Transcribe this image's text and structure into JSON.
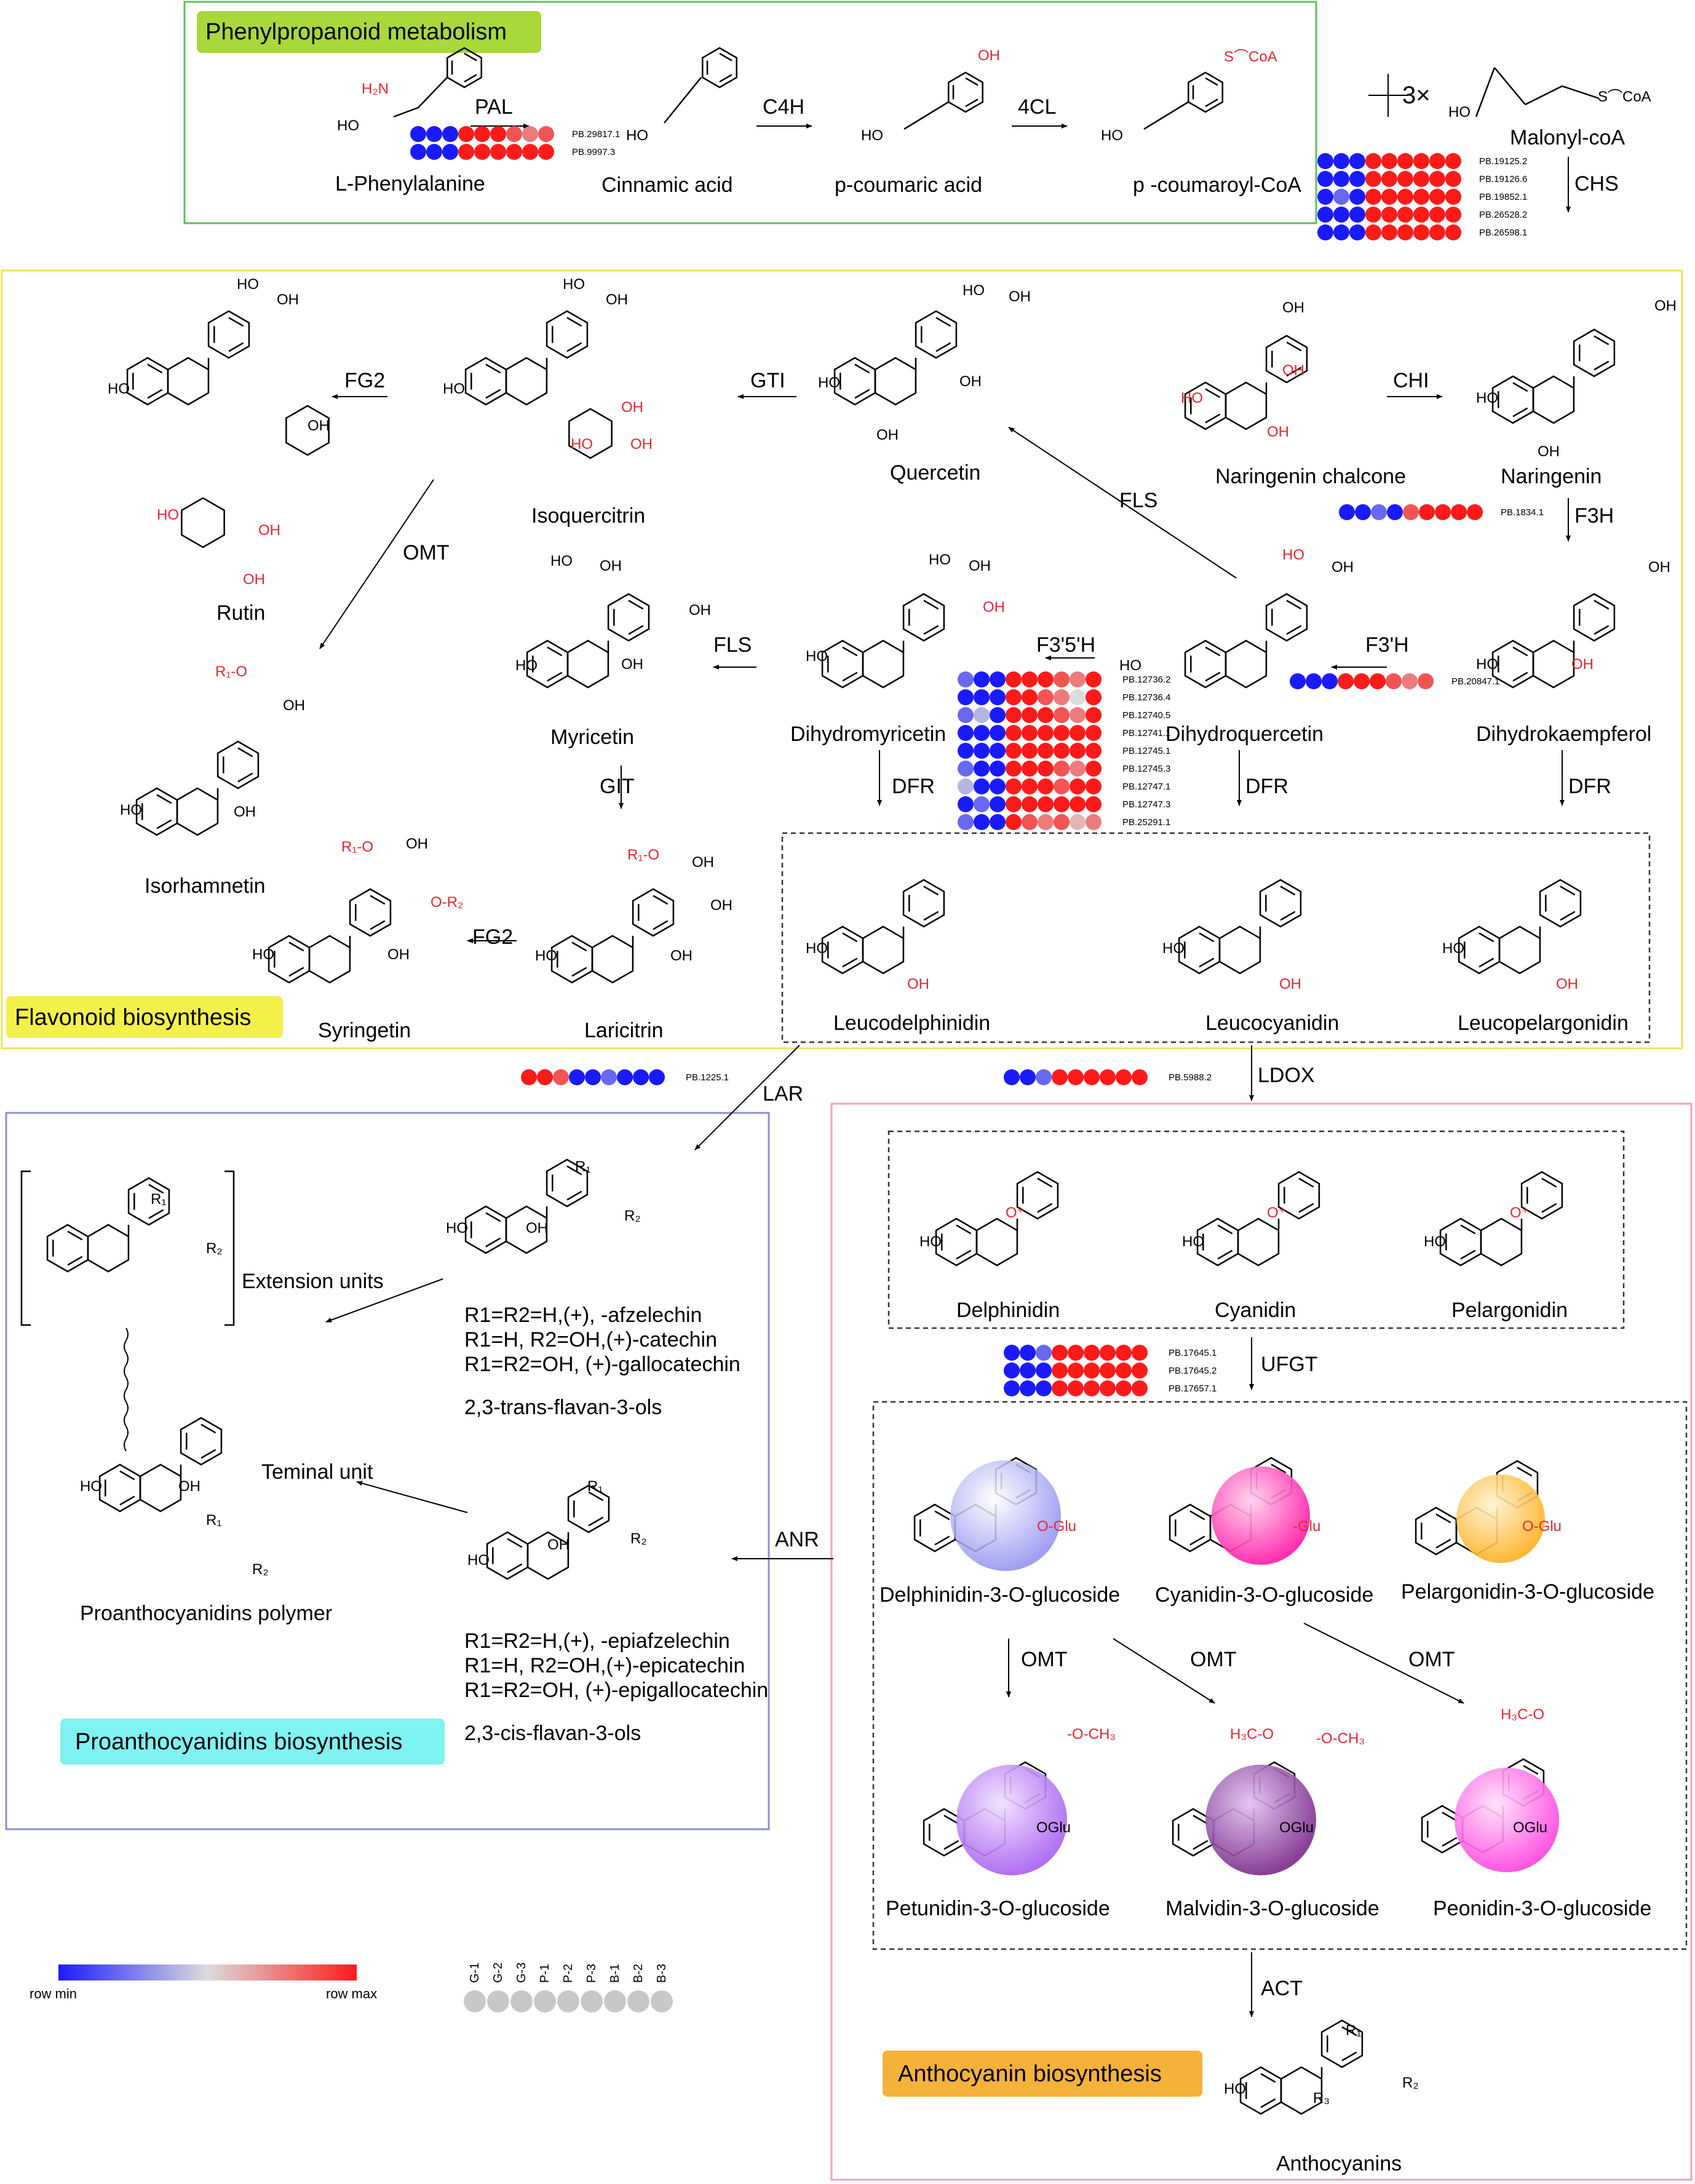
{
  "sections": {
    "phenyl": "Phenylpropanoid metabolism",
    "flavonoid": "Flavonoid biosynthesis",
    "proantho": "Proanthocyanidins biosynthesis",
    "antho": "Anthocyanin biosynthesis"
  },
  "colors": {
    "phenyl_border": "#5dc25a",
    "phenyl_tag": "#a8d83a",
    "flavonoid_border": "#f2e15a",
    "flavonoid_tag": "#f4f04a",
    "proantho_border": "#8a8fd6",
    "proantho_tag": "#7ff2f2",
    "antho_border": "#f0a2c4",
    "antho_tag": "#f5b23a",
    "heat_min": "#1a1aff",
    "heat_mid": "#dcdcdc",
    "heat_max": "#ff1a1a",
    "delphinidin_ball": "#8f8ff0",
    "cyanidin_ball": "#ff1aa8",
    "pelargonidin_ball": "#ffb020",
    "petunidin_ball": "#a860f0",
    "malvidin_ball": "#7a2a8a",
    "peonidin_ball": "#ff44e0"
  },
  "compounds": {
    "phe": "L-Phenylalanine",
    "cin": "Cinnamic acid",
    "pcou": "p-coumaric acid",
    "pcoa": "p -coumaroyl-CoA",
    "mal": "Malonyl-coA",
    "mal_mult": "3×",
    "narchal": "Naringenin chalcone",
    "nar": "Naringenin",
    "quer": "Quercetin",
    "isoq": "Isoquercitrin",
    "rutin": "Rutin",
    "myr": "Myricetin",
    "isorh": "Isorhamnetin",
    "syr": "Syringetin",
    "lari": "Laricitrin",
    "dhm": "Dihydromyricetin",
    "dhq": "Dihydroquercetin",
    "dhk": "Dihydrokaempferol",
    "ldel": "Leucodelphinidin",
    "lcya": "Leucocyanidin",
    "lpel": "Leucopelargonidin",
    "delph": "Delphinidin",
    "cyan": "Cyanidin",
    "pelar": "Pelargonidin",
    "d3g": "Delphinidin-3-O-glucoside",
    "c3g": "Cyanidin-3-O-glucoside",
    "p3g": "Pelargonidin-3-O-glucoside",
    "pt3g": "Petunidin-3-O-glucoside",
    "mv3g": "Malvidin-3-O-glucoside",
    "pn3g": "Peonidin-3-O-glucoside",
    "anthos": "Anthocyanins",
    "polymer": "Proanthocyanidins polymer",
    "ext": "Extension units",
    "term": "Teminal unit",
    "trans": "2,3-trans-flavan-3-ols",
    "cis": "2,3-cis-flavan-3-ols"
  },
  "notes": {
    "trans": [
      "R1=R2=H,(+), -afzelechin",
      "R1=H, R2=OH,(+)-catechin",
      "R1=R2=OH, (+)-gallocatechin"
    ],
    "cis": [
      "R1=R2=H,(+), -epiafzelechin",
      "R1=H, R2=OH,(+)-epicatechin",
      "R1=R2=OH, (+)-epigallocatechin"
    ]
  },
  "enzymes": {
    "pal": "PAL",
    "c4h": "C4H",
    "cl4": "4CL",
    "chs": "CHS",
    "chi": "CHI",
    "f3h": "F3H",
    "fls1": "FLS",
    "fls2": "FLS",
    "gti": "GTI",
    "git": "GIT",
    "fg2a": "FG2",
    "fg2b": "FG2",
    "omt1": "OMT",
    "f35h": "F3'5'H",
    "f3h2": "F3'H",
    "dfr1": "DFR",
    "dfr2": "DFR",
    "dfr3": "DFR",
    "lar": "LAR",
    "ldox": "LDOX",
    "ufgt": "UFGT",
    "anr": "ANR",
    "omt2": "OMT",
    "omt3": "OMT",
    "omt4": "OMT",
    "act": "ACT"
  },
  "legend": {
    "min": "row min",
    "max": "row max",
    "samples": [
      "G-1",
      "G-2",
      "G-3",
      "P-1",
      "P-2",
      "P-3",
      "B-1",
      "B-2",
      "B-3"
    ]
  },
  "heatmaps": [
    {
      "id": "pal",
      "genes": [
        {
          "gene": "PB.29817.1",
          "values": [
            0.0,
            0.0,
            0.0,
            1.0,
            1.0,
            1.0,
            0.85,
            0.75,
            0.85
          ]
        },
        {
          "gene": "PB.9997.3",
          "values": [
            0.0,
            0.0,
            0.0,
            1.0,
            1.0,
            1.0,
            1.0,
            1.0,
            1.0
          ]
        }
      ]
    },
    {
      "id": "chs",
      "genes": [
        {
          "gene": "PB.19125.2",
          "values": [
            0.0,
            0.0,
            0.0,
            1.0,
            1.0,
            1.0,
            1.0,
            1.0,
            1.0
          ]
        },
        {
          "gene": "PB.19126.6",
          "values": [
            0.0,
            0.0,
            0.0,
            1.0,
            1.0,
            1.0,
            1.0,
            1.0,
            1.0
          ]
        },
        {
          "gene": "PB.19852.1",
          "values": [
            0.0,
            0.2,
            0.0,
            1.0,
            1.0,
            1.0,
            1.0,
            1.0,
            1.0
          ]
        },
        {
          "gene": "PB.26528.2",
          "values": [
            0.0,
            0.0,
            0.0,
            1.0,
            1.0,
            1.0,
            1.0,
            1.0,
            1.0
          ]
        },
        {
          "gene": "PB.26598.1",
          "values": [
            0.0,
            0.0,
            0.0,
            1.0,
            1.0,
            1.0,
            1.0,
            1.0,
            1.0
          ]
        }
      ]
    },
    {
      "id": "f3h",
      "genes": [
        {
          "gene": "PB.1834.1",
          "values": [
            0.0,
            0.0,
            0.2,
            0.0,
            0.85,
            1.0,
            1.0,
            1.0,
            1.0
          ]
        }
      ]
    },
    {
      "id": "f3h2",
      "genes": [
        {
          "gene": "PB.20847.1",
          "values": [
            0.0,
            0.0,
            0.0,
            1.0,
            1.0,
            1.0,
            0.85,
            0.75,
            0.85
          ]
        }
      ]
    },
    {
      "id": "f35h",
      "genes": [
        {
          "gene": "PB.12736.2",
          "values": [
            0.2,
            0.0,
            0.0,
            1.0,
            1.0,
            1.0,
            0.85,
            0.75,
            1.0
          ]
        },
        {
          "gene": "PB.12736.4",
          "values": [
            0.0,
            0.0,
            0.0,
            1.0,
            1.0,
            0.85,
            0.75,
            0.5,
            1.0
          ]
        },
        {
          "gene": "PB.12740.5",
          "values": [
            0.2,
            0.4,
            0.0,
            1.0,
            1.0,
            1.0,
            0.85,
            0.75,
            1.0
          ]
        },
        {
          "gene": "PB.12741.1",
          "values": [
            0.0,
            0.0,
            0.0,
            1.0,
            1.0,
            1.0,
            1.0,
            1.0,
            1.0
          ]
        },
        {
          "gene": "PB.12745.1",
          "values": [
            0.0,
            0.0,
            0.0,
            1.0,
            1.0,
            1.0,
            1.0,
            1.0,
            1.0
          ]
        },
        {
          "gene": "PB.12745.3",
          "values": [
            0.2,
            0.0,
            0.0,
            1.0,
            1.0,
            1.0,
            0.85,
            0.75,
            1.0
          ]
        },
        {
          "gene": "PB.12747.1",
          "values": [
            0.4,
            0.0,
            0.0,
            1.0,
            1.0,
            1.0,
            0.85,
            1.0,
            1.0
          ]
        },
        {
          "gene": "PB.12747.3",
          "values": [
            0.0,
            0.2,
            0.0,
            1.0,
            1.0,
            1.0,
            1.0,
            1.0,
            1.0
          ]
        },
        {
          "gene": "PB.25291.1",
          "values": [
            0.2,
            0.0,
            0.0,
            1.0,
            0.85,
            0.75,
            0.85,
            0.6,
            0.75
          ]
        }
      ]
    },
    {
      "id": "lar",
      "genes": [
        {
          "gene": "PB.1225.1",
          "values": [
            1.0,
            1.0,
            0.85,
            0.0,
            0.0,
            0.2,
            0.0,
            0.0,
            0.0
          ]
        }
      ]
    },
    {
      "id": "ldox",
      "genes": [
        {
          "gene": "PB.5988.2",
          "values": [
            0.0,
            0.0,
            0.2,
            1.0,
            1.0,
            1.0,
            1.0,
            1.0,
            1.0
          ]
        }
      ]
    },
    {
      "id": "ufgt",
      "genes": [
        {
          "gene": "PB.17645.1",
          "values": [
            0.0,
            0.0,
            0.2,
            1.0,
            1.0,
            1.0,
            1.0,
            1.0,
            1.0
          ]
        },
        {
          "gene": "PB.17645.2",
          "values": [
            0.0,
            0.0,
            0.0,
            1.0,
            1.0,
            1.0,
            1.0,
            1.0,
            1.0
          ]
        },
        {
          "gene": "PB.17657.1",
          "values": [
            0.0,
            0.0,
            0.0,
            1.0,
            1.0,
            1.0,
            1.0,
            1.0,
            1.0
          ]
        }
      ]
    }
  ]
}
